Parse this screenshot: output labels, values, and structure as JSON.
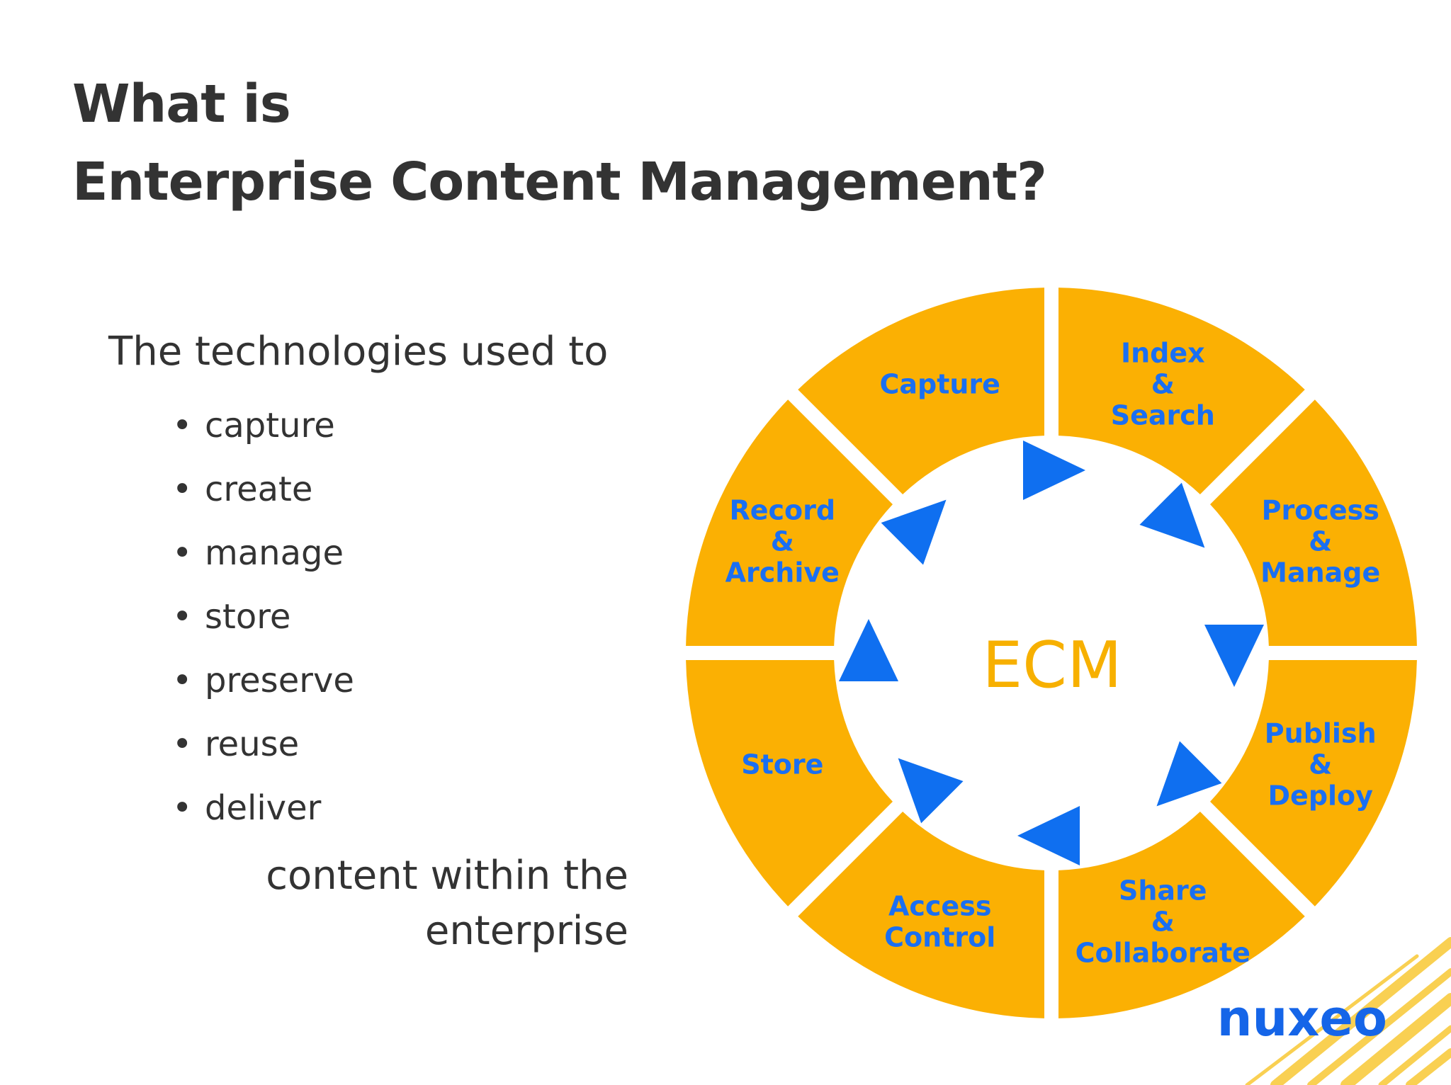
{
  "slide": {
    "title_line1": "What is",
    "title_line2": "Enterprise Content Management?",
    "intro": "The technologies used to",
    "bullets": [
      "capture",
      "create",
      "manage",
      "store",
      "preserve",
      "reuse",
      "deliver"
    ],
    "outro_line1": "content within the",
    "outro_line2": "enterprise"
  },
  "diagram": {
    "center_label": "ECM",
    "segments": [
      {
        "name": "index-search",
        "lines": [
          "Index",
          "&",
          "Search"
        ]
      },
      {
        "name": "process-manage",
        "lines": [
          "Process",
          "&",
          "Manage"
        ]
      },
      {
        "name": "publish-deploy",
        "lines": [
          "Publish",
          "&",
          "Deploy"
        ]
      },
      {
        "name": "share-collaborate",
        "lines": [
          "Share",
          "&",
          "Collaborate"
        ]
      },
      {
        "name": "access-control",
        "lines": [
          "Access",
          "Control"
        ]
      },
      {
        "name": "store",
        "lines": [
          "Store"
        ]
      },
      {
        "name": "record-archive",
        "lines": [
          "Record",
          "&",
          "Archive"
        ]
      },
      {
        "name": "capture",
        "lines": [
          "Capture"
        ]
      }
    ],
    "colors": {
      "ring": "#fbb003",
      "label": "#1a6ff2",
      "arrow": "#0f6ff0",
      "center": "#f7b000"
    }
  },
  "logo": {
    "text": "nuxeo",
    "color": "#1565e8"
  }
}
